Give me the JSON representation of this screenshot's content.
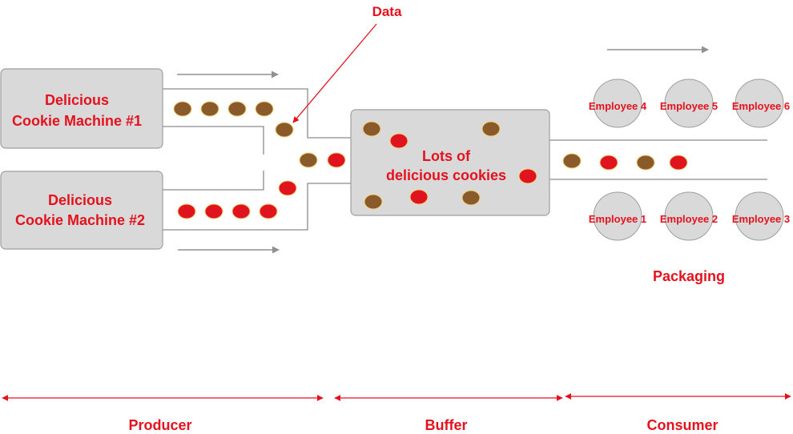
{
  "colors": {
    "accent_red": "#e5121e",
    "box_fill": "#d9d9d9",
    "box_stroke": "#9e9e9e",
    "cookie_brown": "#8b5a2b",
    "cookie_red": "#e0141e",
    "cookie_outline": "#f2d27a",
    "flow_arrow": "#909090",
    "line": "#8c8c8c"
  },
  "data_label": "Data",
  "machine_1": {
    "line1": "Delicious",
    "line2": "Cookie Machine #1"
  },
  "machine_2": {
    "line1": "Delicious",
    "line2": "Cookie Machine #2"
  },
  "buffer": {
    "line1": "Lots of",
    "line2": "delicious cookies"
  },
  "employees_top": [
    "Employee 4",
    "Employee 5",
    "Employee 6"
  ],
  "employees_bottom": [
    "Employee 1",
    "Employee 2",
    "Employee 3"
  ],
  "packaging_label": "Packaging",
  "sections": {
    "producer": "Producer",
    "buffer": "Buffer",
    "consumer": "Consumer"
  },
  "cookies": {
    "machine_1_belt": [
      "brown",
      "brown",
      "brown",
      "brown"
    ],
    "machine_2_belt": [
      "red",
      "red",
      "red",
      "red"
    ],
    "merge_chute": [
      "brown",
      "red",
      "brown",
      "red"
    ],
    "buffer_contents": [
      "brown",
      "red",
      "brown",
      "red",
      "brown",
      "red",
      "brown"
    ],
    "consumer_belt": [
      "brown",
      "red",
      "brown",
      "red"
    ]
  }
}
